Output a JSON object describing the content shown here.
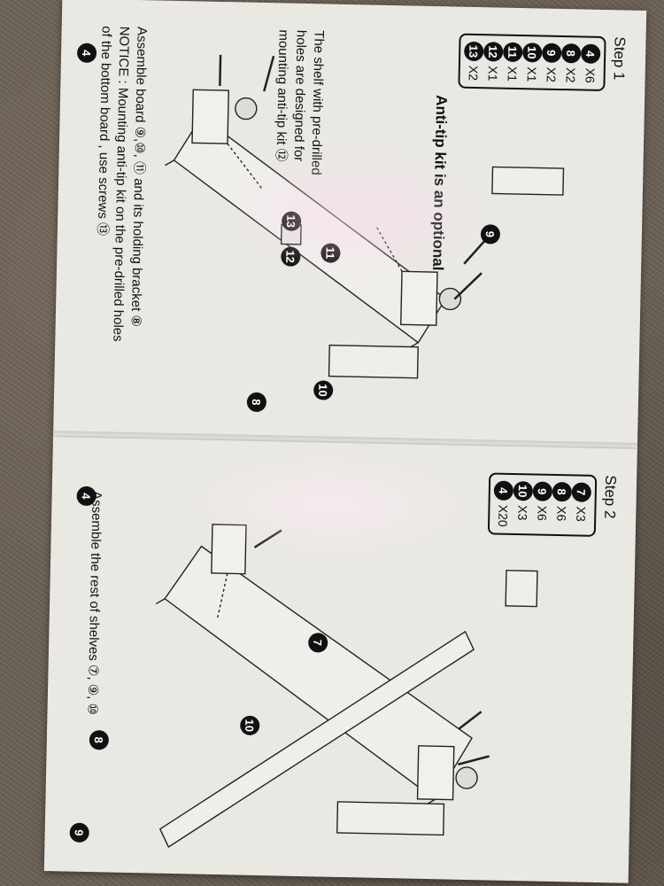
{
  "step1": {
    "title": "Step 1",
    "parts": [
      {
        "num": "4",
        "qty": "X6"
      },
      {
        "num": "8",
        "qty": "X2"
      },
      {
        "num": "9",
        "qty": "X2"
      },
      {
        "num": "10",
        "qty": "X1"
      },
      {
        "num": "11",
        "qty": "X1"
      },
      {
        "num": "12",
        "qty": "X1"
      },
      {
        "num": "13",
        "qty": "X2"
      }
    ],
    "subtitle": "Anti-tip kit is an optional",
    "side_note": [
      "The shelf with pre-drilled",
      "holes are designed for",
      "mounting anti-tip kit ⑫"
    ],
    "instruction": [
      "Assemble board ⑨,⑩, ⑪ and its holding bracket ⑧",
      "NOTICE : Mounting anti-tip kit on the pre-drilled holes",
      "of the bottom board , use screws ⑬"
    ],
    "callouts": {
      "c9": "9",
      "c11": "11",
      "c4": "4",
      "c13": "13",
      "c12": "12",
      "c10": "10",
      "c8": "8"
    }
  },
  "step2": {
    "title": "Step 2",
    "parts": [
      {
        "num": "7",
        "qty": "X3"
      },
      {
        "num": "8",
        "qty": "X6"
      },
      {
        "num": "9",
        "qty": "X6"
      },
      {
        "num": "10",
        "qty": "X3"
      },
      {
        "num": "4",
        "qty": "X20"
      }
    ],
    "instruction": "Assemble the rest of shelves ⑦, ⑨, ⑩",
    "callouts": {
      "c4": "4",
      "c7": "7",
      "c10": "10",
      "c8": "8",
      "c9": "9"
    }
  }
}
